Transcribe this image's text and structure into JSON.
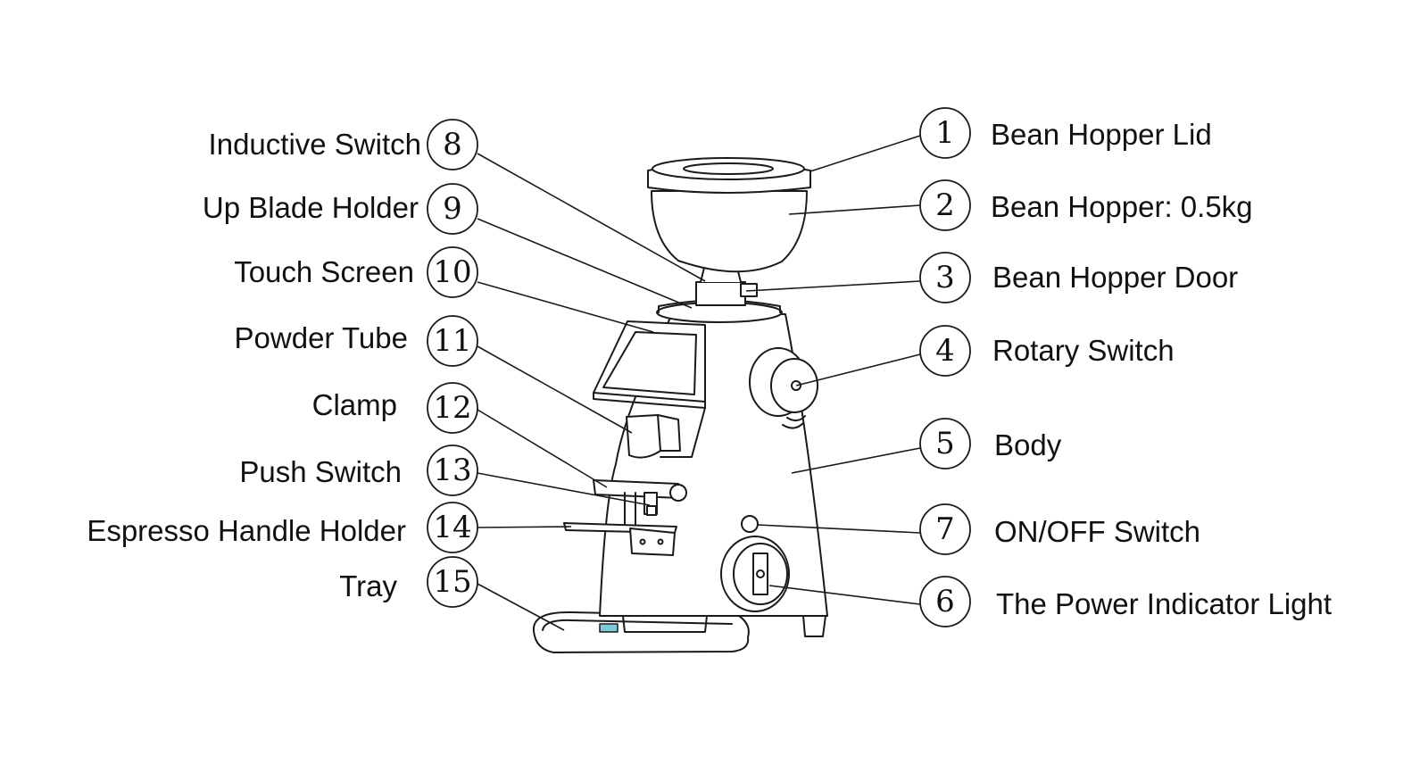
{
  "callouts": [
    {
      "num": "1",
      "label": "Bean Hopper Lid"
    },
    {
      "num": "2",
      "label": "Bean Hopper: 0.5kg"
    },
    {
      "num": "3",
      "label": "Bean Hopper Door"
    },
    {
      "num": "4",
      "label": "Rotary Switch"
    },
    {
      "num": "5",
      "label": "Body"
    },
    {
      "num": "6",
      "label": "The Power Indicator Light"
    },
    {
      "num": "7",
      "label": "ON/OFF Switch"
    },
    {
      "num": "8",
      "label": "Inductive Switch"
    },
    {
      "num": "9",
      "label": "Up Blade Holder"
    },
    {
      "num": "10",
      "label": "Touch Screen"
    },
    {
      "num": "11",
      "label": "Powder Tube"
    },
    {
      "num": "12",
      "label": "Clamp"
    },
    {
      "num": "13",
      "label": "Push Switch"
    },
    {
      "num": "14",
      "label": "Espresso Handle Holder"
    },
    {
      "num": "15",
      "label": "Tray"
    }
  ],
  "colors": {
    "line": "#1a1a1a",
    "accent_tray_light": "#7fc8d6"
  }
}
